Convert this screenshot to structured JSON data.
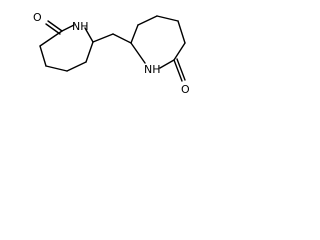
{
  "molecule": {
    "atoms": {
      "left_oxygen": "O",
      "left_nitrogen": "NH",
      "right_nitrogen": "NH",
      "right_oxygen": "O"
    }
  },
  "colors": {
    "background": "#ffffff",
    "bond": "#000000",
    "label": "#000000"
  }
}
